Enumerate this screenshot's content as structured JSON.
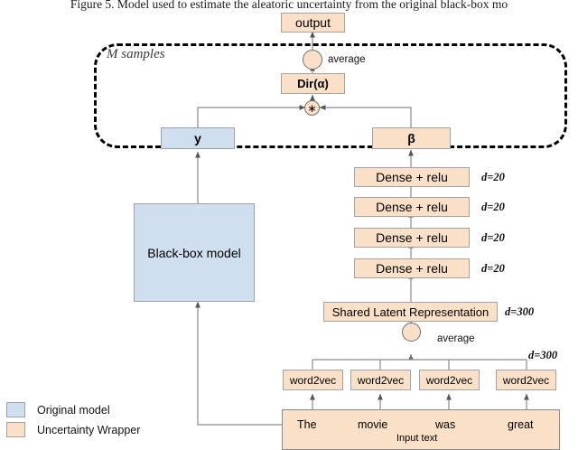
{
  "figure": {
    "caption": "Figure 5. Model used to estimate the aleatoric uncertainty from the original black-box mo",
    "sampling_group_label": "M samples"
  },
  "nodes": {
    "output": "output",
    "average_top_label": "average",
    "dirichlet": "Dir(α)",
    "multiply_glyph": "∗",
    "y_box": "y",
    "beta_box": "β",
    "blackbox": "Black-box model",
    "shared_latent": "Shared Latent Representation",
    "average_bottom_label": "average"
  },
  "dense_layers": [
    {
      "label": "Dense + relu",
      "dim": "d=20"
    },
    {
      "label": "Dense + relu",
      "dim": "d=20"
    },
    {
      "label": "Dense + relu",
      "dim": "d=20"
    },
    {
      "label": "Dense + relu",
      "dim": "d=20"
    }
  ],
  "dims": {
    "shared_latent_dim": "d=300",
    "word2vec_dim": "d=300"
  },
  "embeddings": [
    {
      "label": "word2vec"
    },
    {
      "label": "word2vec"
    },
    {
      "label": "word2vec"
    },
    {
      "label": "word2vec"
    }
  ],
  "input_text": {
    "caption": "Input text",
    "words": [
      "The",
      "movie",
      "was",
      "great"
    ]
  },
  "legend": [
    {
      "label": "Original model",
      "color": "#cfdff0"
    },
    {
      "label": "Uncertainty Wrapper",
      "color": "#fbe0c8"
    }
  ],
  "colors": {
    "original_model": "#cfdff0",
    "uncertainty_wrapper": "#fbe0c8",
    "wire": "#8a8a8a",
    "dashed_group": "#000000"
  }
}
